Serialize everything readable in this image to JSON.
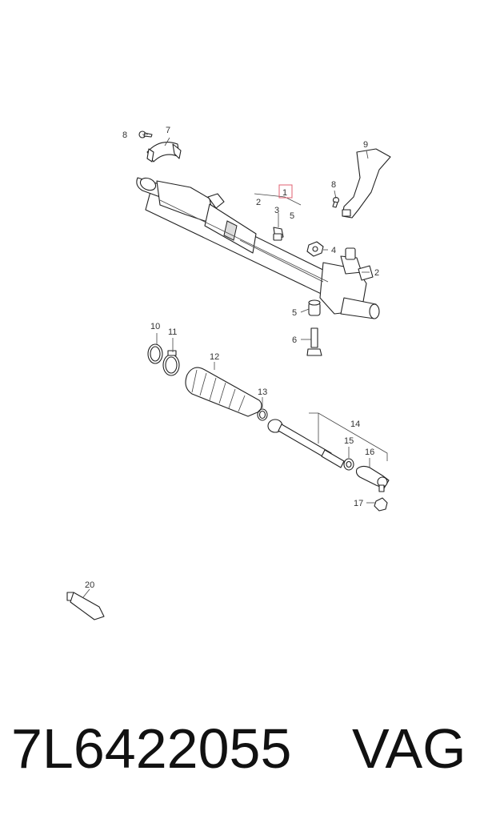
{
  "callouts": {
    "c1": "1",
    "c2a": "2",
    "c2b": "2",
    "c3": "3",
    "c4": "4",
    "c5a": "5",
    "c5b": "5",
    "c6": "6",
    "c7": "7",
    "c8a": "8",
    "c8b": "8",
    "c9": "9",
    "c10": "10",
    "c11": "11",
    "c12": "12",
    "c13": "13",
    "c14": "14",
    "c15": "15",
    "c16": "16",
    "c17": "17",
    "c20": "20"
  },
  "highlighted_callout": "1",
  "colors": {
    "highlight": "#e06070",
    "line": "#222222",
    "text": "#111111"
  },
  "caption": {
    "part_number": "7L6422055",
    "brand": "VAG"
  }
}
